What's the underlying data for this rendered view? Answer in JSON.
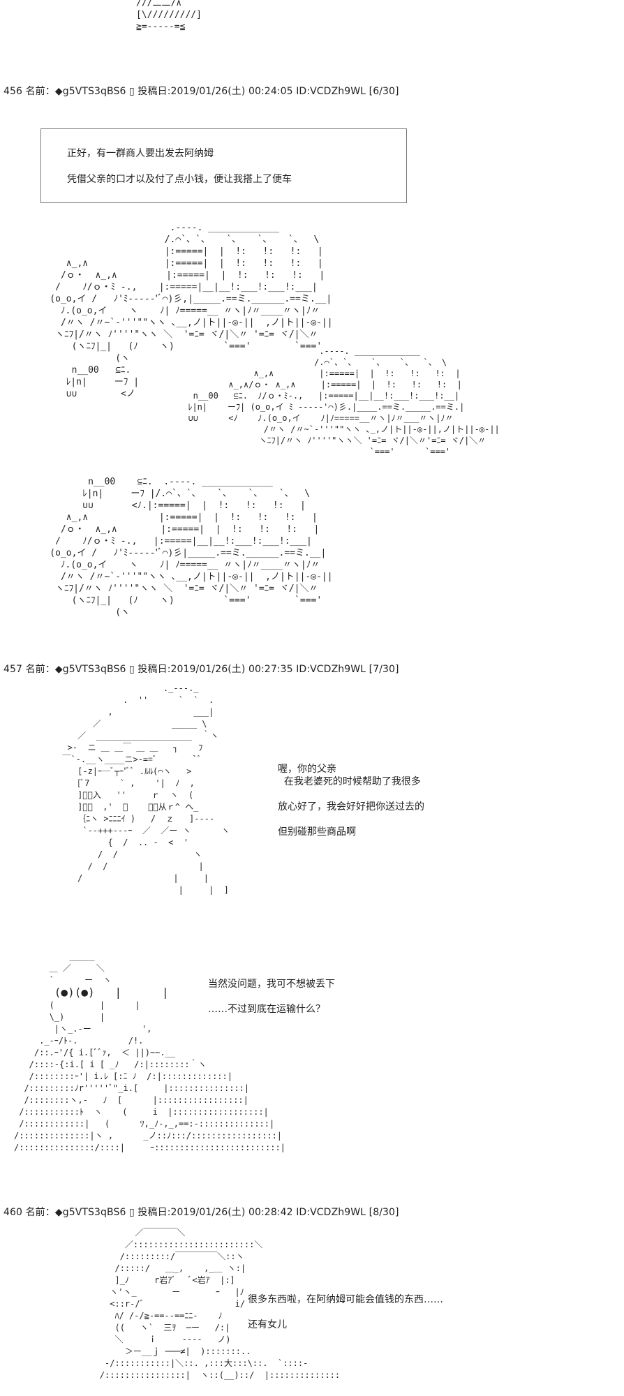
{
  "top_art": {
    "lines": [
      "///二二/∧",
      "[\\/////////]",
      "≧=-----=≦"
    ]
  },
  "posts": [
    {
      "header": "456 名前：◆g5VTS3qBS6 ▯ 投稿日:2019/01/26(土) 00:24:05 ID:VCDZh9WL [6/30]",
      "narration": [
        "正好，有一群商人要出发去阿纳姆",
        "凭借父亲的口才以及付了点小钱，便让我搭上了便车"
      ],
      "art": [
        "                          .----. _____________",
        "                         /.⌒`、`、   `、   `、   `、  \\",
        "                         |:=====|  |  !:   !:   !:   |",
        "       ∧_,∧              |:=====|  |  !:   !:   !:   |",
        "      /ｏ・  ∧_,∧         |:=====|  |  !:   !:   !:   |",
        "     /    ﾉ/ｏ・ﾐ ‐.,    |:=====|__|__!:___!:___!:___|",
        "    (o_o,イ /   ﾉ'ﾐ‐----'ﾞ⌒)彡,|_____.==ミ.______.==ミ.__|",
        "      ﾉ.(o_o,イ    ヽ    ﾉ| ﾉ=====__ 〃ヽ|ﾉ〃____〃ヽ|ﾉ〃",
        "      /〃ヽ /〃~`‐'''\"\"ヽヽ ､__,ノ|ト||-◎-||  ,ノ|ト||-◎-||",
        "     ヽﾆﾌ|/〃ヽ ﾉ''''\"ヽヽ ＼  '=ﾆ= ヾ/|＼〃 '=ﾆ= ヾ/|＼〃",
        "        (ヽﾆﾌ|_|   (ﾉ    ヽ)         `==='        `==='",
        "                (ヽ",
        "        n__00   ⊆ﾆ.",
        "       ﾚ|n|     ーﾌ |",
        "       ∪∪        <ノ"
      ],
      "art2": [
        "                            .----. _____________",
        "                           /.⌒`、`、   `、   `、  `、 \\",
        "               ∧_,∧         |:=====|  |  !:   !:   !:  |",
        "          ∧_,∧/ｏ・ ∧_,∧     |:=====|  |  !:   !:   !:  |",
        "   n__00   ⊆ﾆ.  ﾉ/ｏ・ﾐ‐.,   |:=====|__|__!:___!:___!:__|",
        "  ﾚ|n|    ーﾌ| (o_o,イ ﾐ ‐----'⌒)彡.|____.==ミ._____.==ミ.|",
        "  ∪∪      <ﾉ    ﾉ.(o_o,イ    ﾉ|ﾉ=====__〃ヽ|ﾉ〃___〃ヽ|ﾉ〃",
        "                 /〃ヽ /〃~`‐'''\"\"ヽヽ ､_,ノ|ト||-◎-||,ノ|ト||-◎-||",
        "                ヽﾆﾌ|/〃ヽ ﾉ''''\"ヽヽ＼ '=ﾆ= ヾ/|＼〃'=ﾆ= ヾ/|＼〃",
        "                                      `==='      `==='"
      ],
      "art3": [
        "           n__00    ⊆ﾆ.  .----. _____________",
        "          ﾚ|n|     ーﾌ |/.⌒`、`、   `、   `、   `、  \\",
        "          ∪∪       <ﾉ.|:=====|  |  !:   !:   !:   |",
        "       ∧_,∧             |:=====|  |  !:   !:   !:   |",
        "      /ｏ・  ∧_,∧        |:=====|  |  !:   !:   !:   |",
        "     /    ﾉ/ｏ・ﾐ ‐.,   |:=====|__|__!:___!:___!:___|",
        "    (o_o,イ /   ﾉ'ﾐ‐----'ﾞ⌒)彡|_____.==ミ.______.==ミ.__|",
        "      ﾉ.(o_o,イ    ヽ    ﾉ| ﾉ=====__ 〃ヽ|ﾉ〃____〃ヽ|ﾉ〃",
        "      /〃ヽ /〃~`‐'''\"\"ヽヽ ､__,ノ|ト||-◎-||  ,ノ|ト||-◎-||",
        "     ヽﾆﾌ|/〃ヽ ﾉ''''\"ヽヽ ＼  '=ﾆ= ヾ/|＼〃 '=ﾆ= ヾ/|＼〃",
        "        (ヽﾆﾌ|_|   (ﾉ    ヽ)         `==='        `==='",
        "                (ヽ"
      ]
    },
    {
      "header": "457 名前：◆g5VTS3qBS6 ▯ 投稿日:2019/01/26(土) 00:27:35 ID:VCDZh9WL [7/30]",
      "art_merchant": [
        "                      ._-‐-._",
        "              .  ''      `  `  .",
        "           ,                ___|",
        "        ／              _____ \\",
        "     ／  ___________________  ｀ヽ",
        "   >-  ニ ＿ ＿￣ ＿ ＿   ┐    ﾌ",
        "  ￣`-.__ヽ____ニ>-==ﾞ       `ﾞ",
        "     [-z|ｰ─ﾞ┬ｰ'ﾞﾞ .ﾙﾙ(⌒ヽ   >",
        "     [ﾞ7      ` ,    '|  ﾉ  ,",
        "     ]ﾞ〃入   ''     ｒ  ヽ  (",
        "     ]ﾞ〃  ,'  ﾞ    ﾞ〃从ｒ^ ヘ_",
        "     ｛ﾆヽ >ﾆﾆﾆｲ )   /  ｚ   ]‐-‐-",
        "      `--+++---ｰ  ／  ／ー ヽ      ヽ",
        "           {  /  .. -  <  '",
        "         /  /               ヽ",
        "       /  /                  |",
        "     /                  |     |",
        "                         |     |  ]"
      ],
      "merchant_dialogue": [
        "喔，你的父亲",
        "  在我老婆死的时候帮助了我很多",
        "",
        "放心好了，我会好好把你送过去的",
        "",
        "但别碰那些商品啊"
      ],
      "art_boy": [
        "           _____",
        "       ＿ ／     ＼",
        "       `      ー  ヽ",
        "      (●)(●)   |      |",
        "       (         |      |",
        "       \\_)       |",
        "        |ヽ_.-ー          ',",
        "     ._-ｰ/ﾄ-.          /!.",
        "    /::.ｰ'/{ i.[ﾞﾞｧ,  ＜ ||)~~.__",
        "   /::::-{:i.[ i [ _ﾉ   /:|::::::::｀ヽ",
        "   /::::::::ｰ'| i.ﾚ [:ﾆ ﾉ  /:|:::::::::::::|",
        "  /:::::::::ﾉr'''''ﾞ\"_i.[     |:::::::::::::::|",
        "  /::::::::ヽ,-   ﾉ  [      |:::::::::::::::::|",
        " /:::::::::::ﾄ  ヽ    (     i  |::::::::::::::::::|",
        " /::::::::::::|   (      ﾂ,_ﾉ-,_,==:-::::::::::::::|",
        "/::::::::::::::|ヽ ,      _ノ::ﾉ:::/:::::::::::::::::|",
        "/:::::::::::::::/::::|     ｰ:::::::::::::::::::::::::|"
      ],
      "boy_dialogue": [
        "当然没问题，我可不想被丢下",
        "",
        "……不过到底在运输什么？"
      ]
    },
    {
      "header": "460 名前：◆g5VTS3qBS6 ▯ 投稿日:2019/01/26(土) 00:28:42 ID:VCDZh9WL [8/30]",
      "art_guard": [
        "               ／￣￣￣￣＼",
        "             ／::::::::::::::::::::::::＼",
        "            /:::::::::/￣￣￣￣￣＼::ヽ",
        "           /:::::/   ＿_,    ,_＿ ヽ:|",
        "           ]_ﾉ     r岩ｱﾞ   ﾞ<岩ｱ  |:]",
        "          ヽ'ヽ_       ー       ｰ   |ﾉ",
        "          <::r-/ﾞ                  i/",
        "           ﾊ/ /-/≧-==--==ﾆﾆ-    ﾉ",
        "           ((   ヽ`  三ｦ  ─ー   /:|",
        "           ＼     ｉ     ----   ノ)",
        "             ＞ー__ｊ ───≠|  ):::::::..",
        "         -/:::::::::::|＼::. ,:::大:::\\::.  `::::‐",
        "        /::::::::::::::::|  ヽ::(__)::/  |::::::::::::::"
      ],
      "guard_dialogue": [
        "很多东西啦，在阿纳姆可能会值钱的东西……",
        "",
        "还有女儿"
      ]
    }
  ]
}
